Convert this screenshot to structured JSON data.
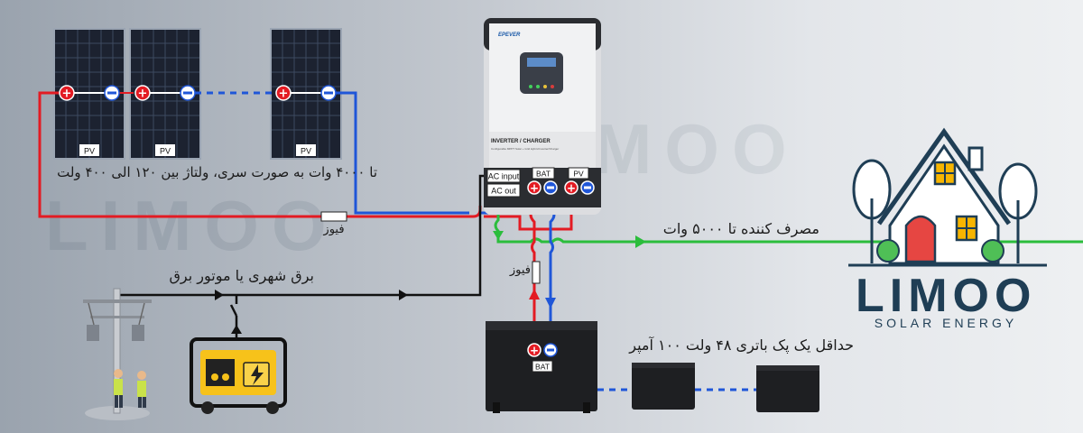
{
  "panels": {
    "label": "PV",
    "spec_text": "تا ۴۰۰۰ وات به صورت سری، ولتاژ بین ۱۲۰ الی ۴۰۰ ولت"
  },
  "fuse_label": "فیوز",
  "grid": {
    "label": "برق شهری یا موتور برق"
  },
  "inverter": {
    "brand": "EPEVER",
    "title": "INVERTER / CHARGER",
    "subtitle": "Configurable MPPT Solar + Grid Hybrid Inverter/Charger",
    "ports": {
      "ac_input": "AC input",
      "ac_out": "AC out",
      "bat": "BAT",
      "pv": "PV"
    }
  },
  "load": {
    "label": "مصرف کننده  تا ۵۰۰۰ وات"
  },
  "battery": {
    "label": "حداقل یک پک باتری ۴۸ ولت ۱۰۰ آمپر",
    "terminal_label": "BAT"
  },
  "logo": {
    "name": "LIMOO",
    "tagline": "SOLAR ENERGY"
  },
  "colors": {
    "positive": "#e31b23",
    "negative": "#1f56d8",
    "ac_load": "#2bbd3c",
    "ac_input": "#111111",
    "brand": "#1f3e55",
    "brand_accent": "#f7b500"
  }
}
